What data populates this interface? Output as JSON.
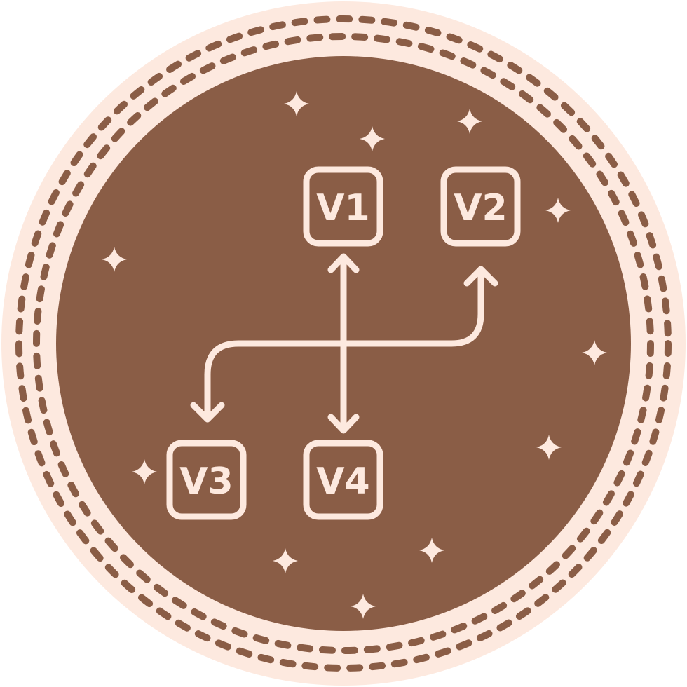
{
  "colors": {
    "outer_ring": "#fde9df",
    "inner_disc": "#8a5d46",
    "line": "#fde9df",
    "dash": "#8a5d46"
  },
  "boxes": {
    "v1": {
      "label": "V1"
    },
    "v2": {
      "label": "V2"
    },
    "v3": {
      "label": "V3"
    },
    "v4": {
      "label": "V4"
    }
  },
  "icons": [
    "sparkle-icon",
    "double-arrow-icon",
    "bent-arrow-icon"
  ]
}
